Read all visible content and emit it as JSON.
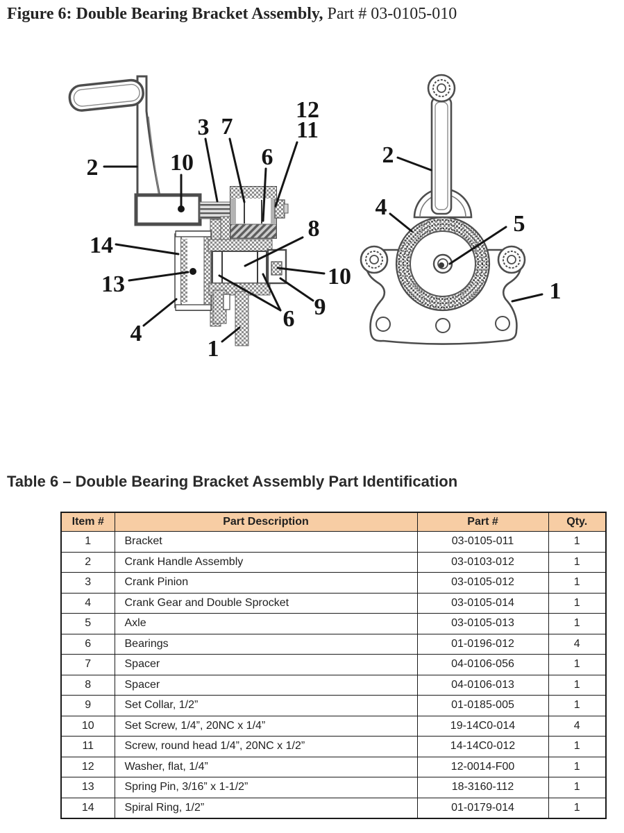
{
  "page": {
    "figure_title_bold": "Figure 6: Double Bearing Bracket Assembly,",
    "figure_title_rest": " Part # 03-0105-010",
    "table_title": "Table 6 – Double Bearing Bracket Assembly Part Identification"
  },
  "figure": {
    "left_view": {
      "callouts": {
        "c2": "2",
        "c10a": "10",
        "c3": "3",
        "c7": "7",
        "c6a": "6",
        "c12": "12",
        "c11": "11",
        "c8": "8",
        "c10b": "10",
        "c9": "9",
        "c6b": "6",
        "c14": "14",
        "c13": "13",
        "c4": "4",
        "c1": "1"
      }
    },
    "right_view": {
      "callouts": {
        "c2": "2",
        "c4": "4",
        "c5": "5",
        "c1": "1"
      }
    }
  },
  "table": {
    "headers": {
      "item": "Item #",
      "description": "Part Description",
      "part": "Part #",
      "qty": "Qty."
    },
    "rows": [
      {
        "item": "1",
        "description": "Bracket",
        "part": "03-0105-011",
        "qty": "1"
      },
      {
        "item": "2",
        "description": "Crank Handle Assembly",
        "part": "03-0103-012",
        "qty": "1"
      },
      {
        "item": "3",
        "description": "Crank Pinion",
        "part": "03-0105-012",
        "qty": "1"
      },
      {
        "item": "4",
        "description": "Crank Gear and Double Sprocket",
        "part": "03-0105-014",
        "qty": "1"
      },
      {
        "item": "5",
        "description": "Axle",
        "part": "03-0105-013",
        "qty": "1"
      },
      {
        "item": "6",
        "description": "Bearings",
        "part": "01-0196-012",
        "qty": "4"
      },
      {
        "item": "7",
        "description": "Spacer",
        "part": "04-0106-056",
        "qty": "1"
      },
      {
        "item": "8",
        "description": "Spacer",
        "part": "04-0106-013",
        "qty": "1"
      },
      {
        "item": "9",
        "description": "Set Collar, 1/2”",
        "part": "01-0185-005",
        "qty": "1"
      },
      {
        "item": "10",
        "description": "Set Screw, 1/4”, 20NC x 1/4”",
        "part": "19-14C0-014",
        "qty": "4"
      },
      {
        "item": "11",
        "description": "Screw, round head 1/4”, 20NC x 1/2”",
        "part": "14-14C0-012",
        "qty": "1"
      },
      {
        "item": "12",
        "description": "Washer, flat, 1/4”",
        "part": "12-0014-F00",
        "qty": "1"
      },
      {
        "item": "13",
        "description": "Spring Pin, 3/16” x 1-1/2”",
        "part": "18-3160-112",
        "qty": "1"
      },
      {
        "item": "14",
        "description": "Spiral Ring, 1/2”",
        "part": "01-0179-014",
        "qty": "1"
      }
    ]
  },
  "colors": {
    "table_header_bg": "#F7CDA4",
    "grid_border": "#1a1a1a",
    "ink": "#1f1f1f"
  }
}
